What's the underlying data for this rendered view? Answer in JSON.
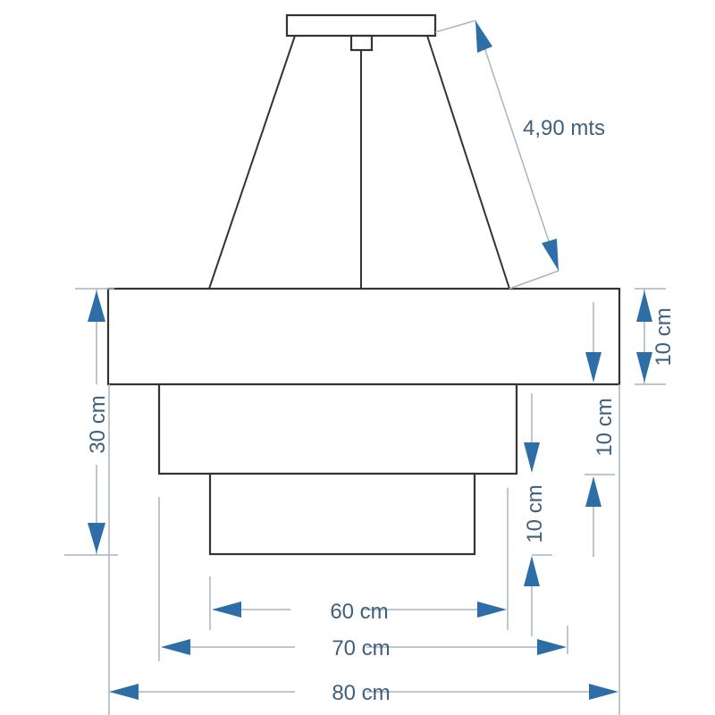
{
  "diagram": {
    "subject": "Three-tier square pendant lamp with dimensions",
    "colors": {
      "outline": "#333333",
      "dimension_line": "#a8b4c0",
      "arrow": "#2e6ea6",
      "text": "#3f5f7e"
    },
    "parts": {
      "canopy": "ceiling-canopy",
      "cables": [
        "left-suspension-cable",
        "center-cable",
        "right-suspension-cable"
      ],
      "tiers": [
        "top-tier",
        "middle-tier",
        "bottom-tier"
      ]
    },
    "dimensions": {
      "cable_length": "4,90 mts",
      "total_height": "30 cm",
      "top_tier_height": "10 cm",
      "middle_tier_height": "10 cm",
      "bottom_tier_height": "10 cm",
      "bottom_width": "60 cm",
      "middle_width": "70 cm",
      "top_width": "80 cm"
    }
  }
}
